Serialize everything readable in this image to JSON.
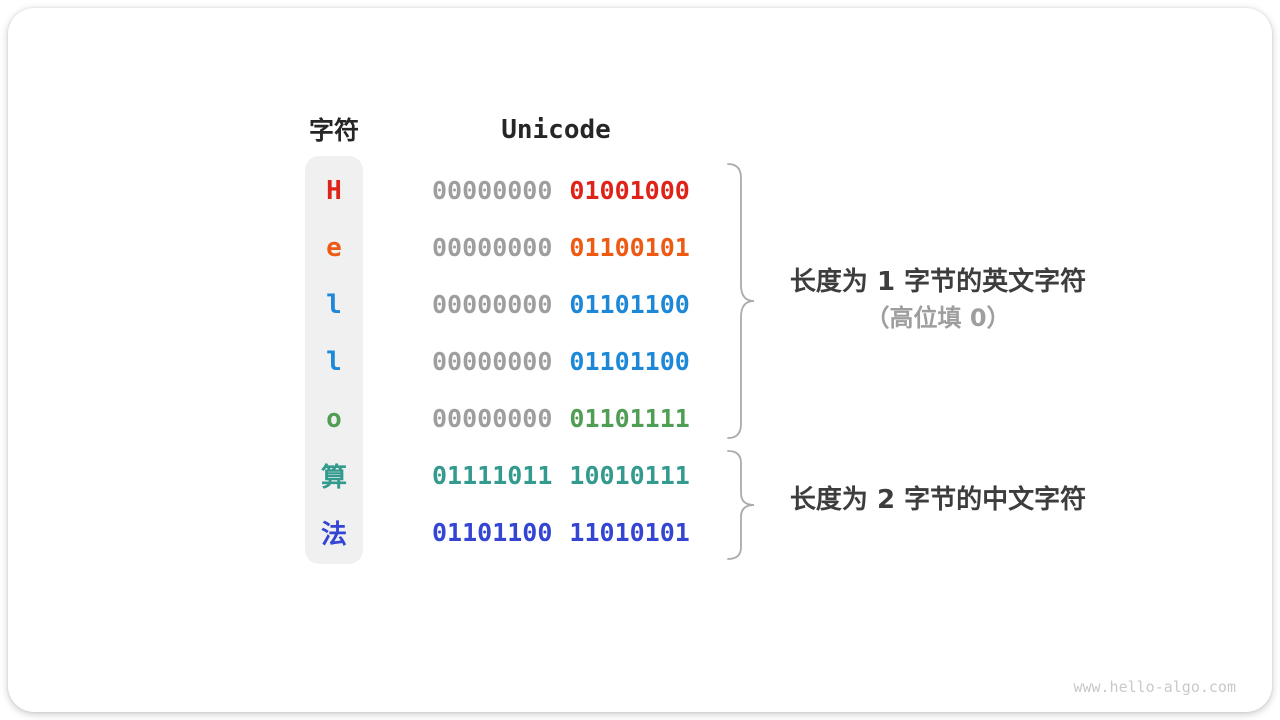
{
  "table": {
    "headers": {
      "char": "字符",
      "unicode": "Unicode"
    },
    "rows": [
      {
        "char": "H",
        "color": "#e02318",
        "byte1": "00000000",
        "byte1_color": "#9e9e9e",
        "byte2": "01001000",
        "byte2_color": "#e02318"
      },
      {
        "char": "e",
        "color": "#ee5a13",
        "byte1": "00000000",
        "byte1_color": "#9e9e9e",
        "byte2": "01100101",
        "byte2_color": "#ee5a13"
      },
      {
        "char": "l",
        "color": "#1d87d8",
        "byte1": "00000000",
        "byte1_color": "#9e9e9e",
        "byte2": "01101100",
        "byte2_color": "#1d87d8"
      },
      {
        "char": "l",
        "color": "#1d87d8",
        "byte1": "00000000",
        "byte1_color": "#9e9e9e",
        "byte2": "01101100",
        "byte2_color": "#1d87d8"
      },
      {
        "char": "o",
        "color": "#4f9e54",
        "byte1": "00000000",
        "byte1_color": "#9e9e9e",
        "byte2": "01101111",
        "byte2_color": "#4f9e54"
      },
      {
        "char": "算",
        "color": "#339a8e",
        "byte1": "01111011",
        "byte1_color": "#339a8e",
        "byte2": "10010111",
        "byte2_color": "#339a8e"
      },
      {
        "char": "法",
        "color": "#3345d2",
        "byte1": "01101100",
        "byte1_color": "#3345d2",
        "byte2": "11010101",
        "byte2_color": "#3345d2"
      }
    ]
  },
  "annotations": {
    "english_group": {
      "line1": "长度为 1 字节的英文字符",
      "line2": "（高位填 0）"
    },
    "chinese_group": {
      "line1": "长度为 2 字节的中文字符"
    }
  },
  "watermark": "www.hello-algo.com",
  "colors": {
    "column_bg": "#f0f0f0",
    "zero_padding": "#9e9e9e",
    "brace": "#ababab",
    "annotation_primary": "#3d3d3d",
    "annotation_secondary": "#9e9e9e",
    "header_text": "#262626",
    "watermark": "#c9c9c9"
  }
}
